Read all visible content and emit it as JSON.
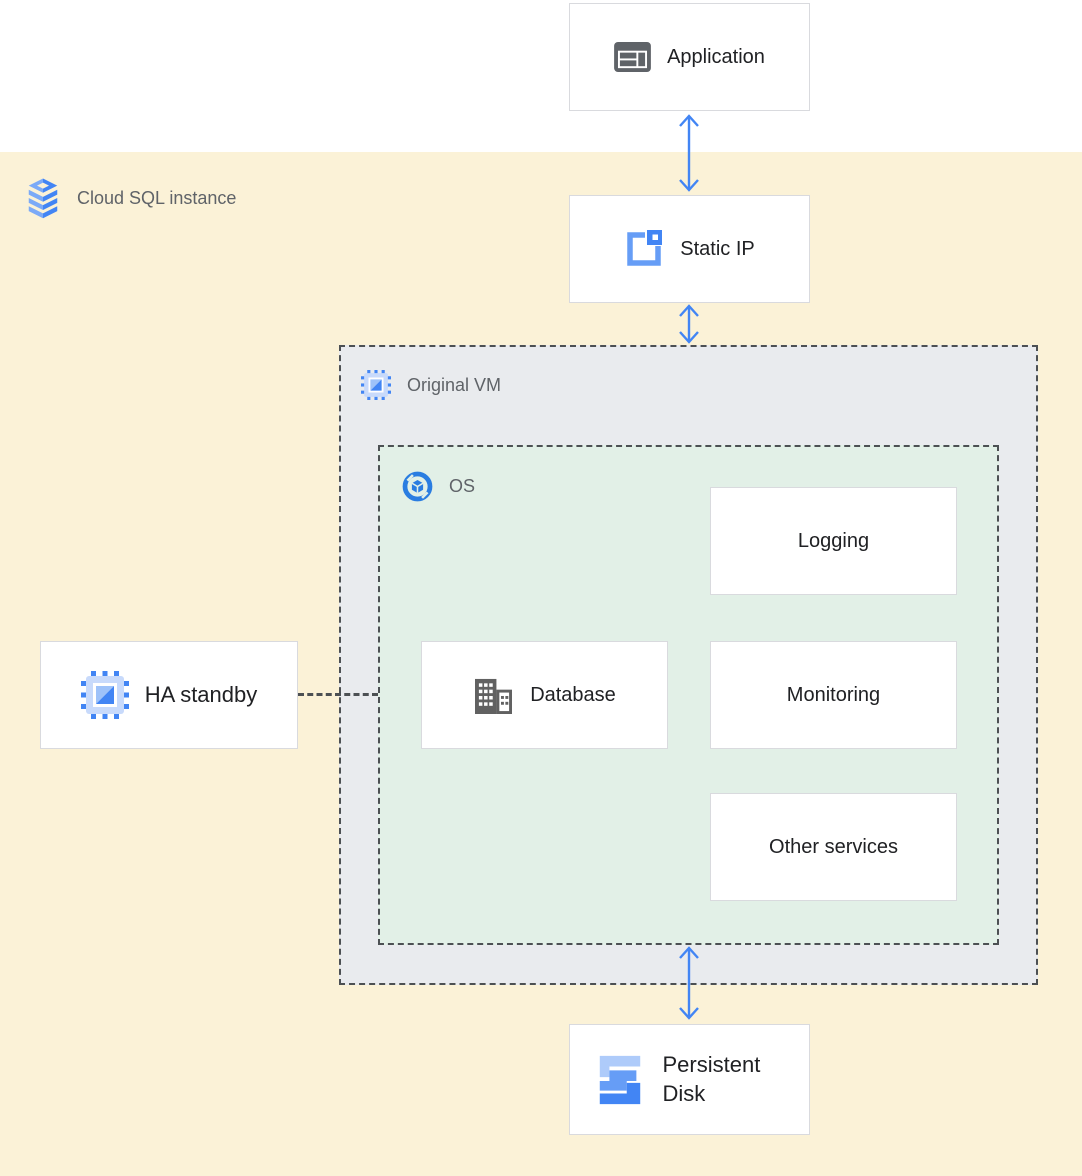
{
  "containers": {
    "cloud_sql_instance": {
      "label": "Cloud SQL instance",
      "icon": "cloud-sql-icon"
    },
    "original_vm": {
      "label": "Original VM",
      "icon": "compute-engine-icon"
    },
    "os": {
      "label": "OS",
      "icon": "os-icon"
    }
  },
  "nodes": {
    "application": {
      "label": "Application",
      "icon": "application-window-icon"
    },
    "static_ip": {
      "label": "Static IP",
      "icon": "external-ip-icon"
    },
    "ha_standby": {
      "label": "HA standby",
      "icon": "compute-engine-icon"
    },
    "database": {
      "label": "Database",
      "icon": "datacenter-building-icon"
    },
    "logging": {
      "label": "Logging"
    },
    "monitoring": {
      "label": "Monitoring"
    },
    "other_services": {
      "label": "Other services"
    },
    "persistent_disk": {
      "label": "Persistent Disk",
      "icon": "persistent-disk-icon"
    }
  },
  "colors": {
    "background_main": "#fbf2d7",
    "background_top": "#ffffff",
    "vm_box_fill": "#e9ebee",
    "os_box_fill": "#e2f0e7",
    "dashed_border": "#4c5053",
    "node_border": "#d9dade",
    "arrow_blue": "#4285f4",
    "icon_gray": "#5f6368",
    "icon_blue_dark": "#4285f4",
    "icon_blue_mid": "#669df6",
    "icon_blue_light": "#aecbfa",
    "label_dark": "#202124",
    "label_gray": "#5f6368"
  }
}
